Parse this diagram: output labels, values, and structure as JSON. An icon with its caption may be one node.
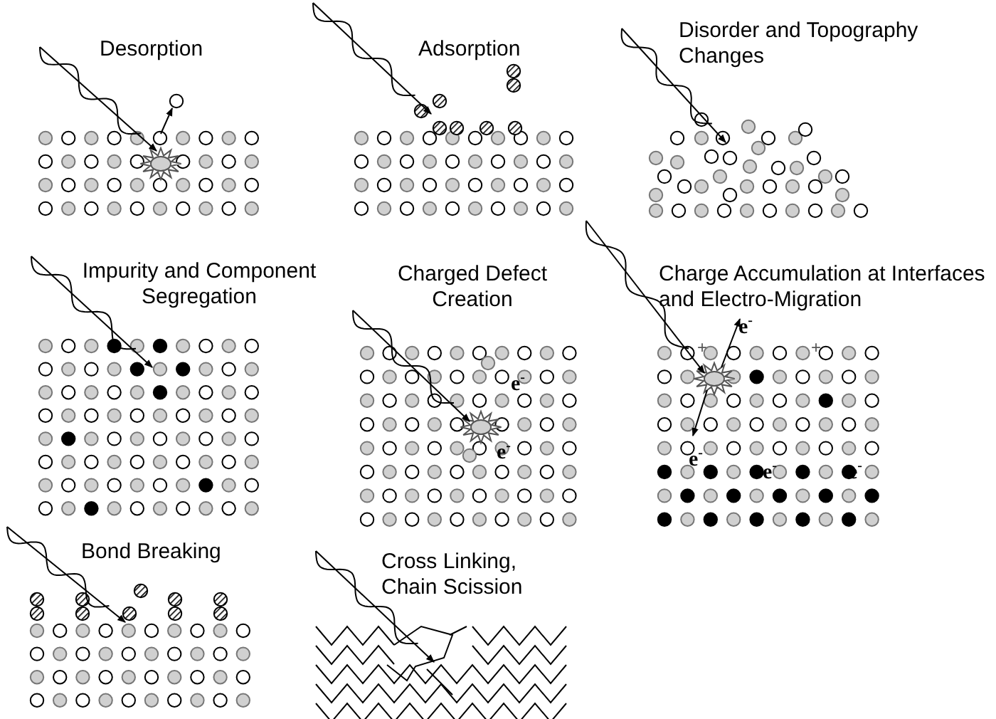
{
  "diagram": {
    "labels": [
      "Desorption",
      "Adsorption",
      "Disorder and Topography Changes",
      "Impurity and Component Segregation",
      "Charged Defect Creation",
      "Charge Accumulation at Interfaces and Electro-Migration",
      "e$^{-}$",
      "+",
      "+",
      "e$^{-}$",
      "e$^{-}$",
      "e$^{-}$",
      "e$^{-}$",
      "e$^{-}$",
      "Bond Breaking",
      "Cross Linking, Chain Scission"
    ]
  }
}
